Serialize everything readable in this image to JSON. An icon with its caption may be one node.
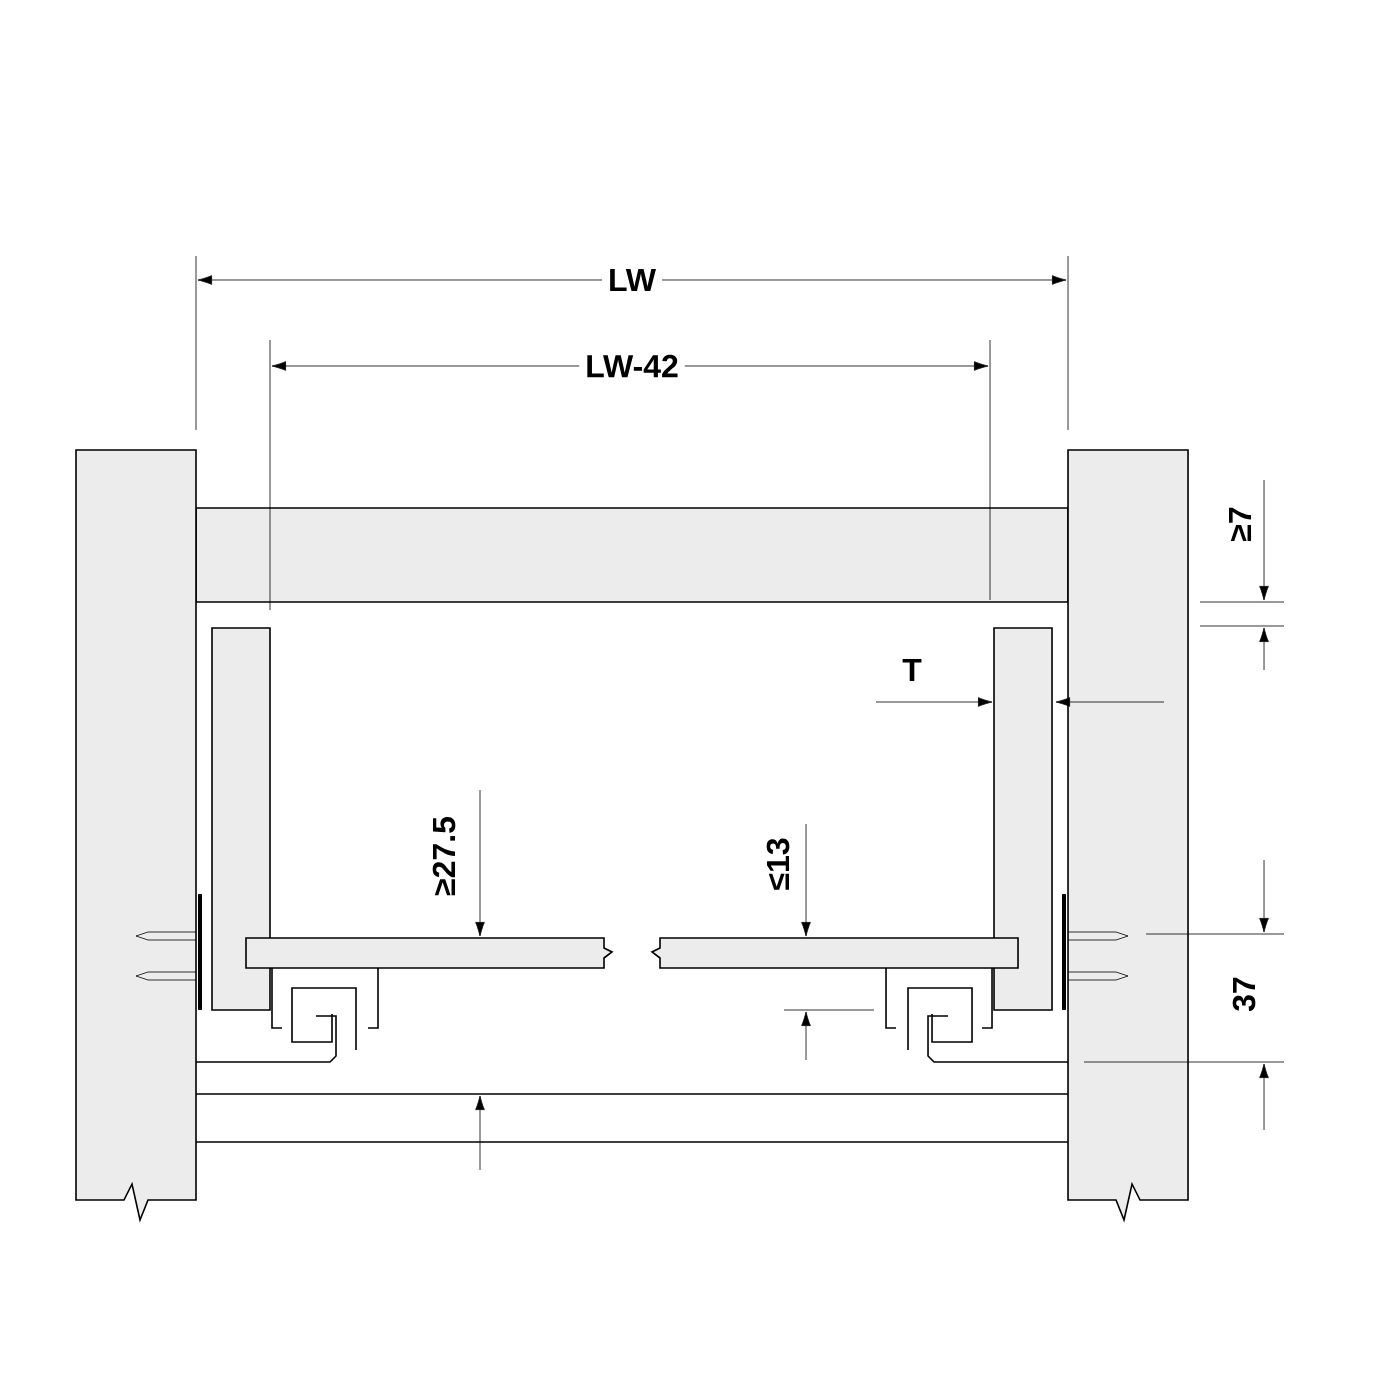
{
  "diagram": {
    "labels": [
      "LW",
      "LW-42",
      "≥7",
      "T",
      "≥27.5",
      "≤13",
      "37"
    ]
  }
}
